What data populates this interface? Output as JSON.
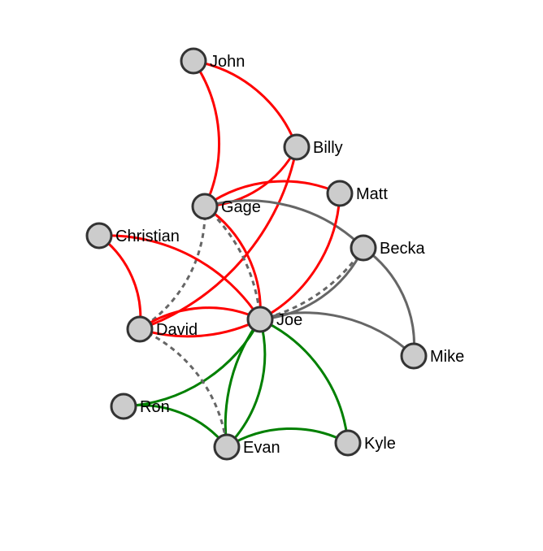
{
  "colors": {
    "red": "#ff0000",
    "green": "#008000",
    "gray": "#666666",
    "node_fill": "#cccccc",
    "node_stroke": "#333333"
  },
  "nodes": [
    {
      "id": "John",
      "label": "John"
    },
    {
      "id": "Billy",
      "label": "Billy"
    },
    {
      "id": "Gage",
      "label": "Gage"
    },
    {
      "id": "Matt",
      "label": "Matt"
    },
    {
      "id": "Christian",
      "label": "Christian"
    },
    {
      "id": "Becka",
      "label": "Becka"
    },
    {
      "id": "Joe",
      "label": "Joe"
    },
    {
      "id": "David",
      "label": "David"
    },
    {
      "id": "Mike",
      "label": "Mike"
    },
    {
      "id": "Ron",
      "label": "Ron"
    },
    {
      "id": "Evan",
      "label": "Evan"
    },
    {
      "id": "Kyle",
      "label": "Kyle"
    }
  ],
  "links": [
    {
      "source": "John",
      "target": "Billy",
      "color": "red",
      "style": "solid"
    },
    {
      "source": "John",
      "target": "Gage",
      "color": "red",
      "style": "solid"
    },
    {
      "source": "Billy",
      "target": "Gage",
      "color": "red",
      "style": "solid"
    },
    {
      "source": "Billy",
      "target": "David",
      "color": "red",
      "style": "solid"
    },
    {
      "source": "Gage",
      "target": "Matt",
      "color": "red",
      "style": "solid"
    },
    {
      "source": "Gage",
      "target": "Joe",
      "color": "red",
      "style": "solid"
    },
    {
      "source": "Gage",
      "target": "Becka",
      "color": "gray",
      "style": "solid"
    },
    {
      "source": "Gage",
      "target": "Joe",
      "color": "gray",
      "style": "dashed"
    },
    {
      "source": "Gage",
      "target": "David",
      "color": "gray",
      "style": "dashed"
    },
    {
      "source": "Matt",
      "target": "Joe",
      "color": "red",
      "style": "solid"
    },
    {
      "source": "Christian",
      "target": "Joe",
      "color": "red",
      "style": "solid"
    },
    {
      "source": "Christian",
      "target": "David",
      "color": "red",
      "style": "solid"
    },
    {
      "source": "David",
      "target": "Joe",
      "color": "red",
      "style": "solid"
    },
    {
      "source": "Joe",
      "target": "David",
      "color": "red",
      "style": "solid"
    },
    {
      "source": "Becka",
      "target": "Joe",
      "color": "gray",
      "style": "solid"
    },
    {
      "source": "Becka",
      "target": "Joe",
      "color": "gray",
      "style": "dashed"
    },
    {
      "source": "Becka",
      "target": "Mike",
      "color": "gray",
      "style": "solid"
    },
    {
      "source": "Joe",
      "target": "Mike",
      "color": "gray",
      "style": "solid"
    },
    {
      "source": "Joe",
      "target": "Ron",
      "color": "green",
      "style": "solid"
    },
    {
      "source": "Joe",
      "target": "Evan",
      "color": "green",
      "style": "solid"
    },
    {
      "source": "Evan",
      "target": "Joe",
      "color": "green",
      "style": "solid"
    },
    {
      "source": "Joe",
      "target": "Kyle",
      "color": "green",
      "style": "solid"
    },
    {
      "source": "Ron",
      "target": "Evan",
      "color": "green",
      "style": "solid"
    },
    {
      "source": "Evan",
      "target": "Kyle",
      "color": "green",
      "style": "solid"
    },
    {
      "source": "David",
      "target": "Evan",
      "color": "gray",
      "style": "dashed"
    }
  ]
}
